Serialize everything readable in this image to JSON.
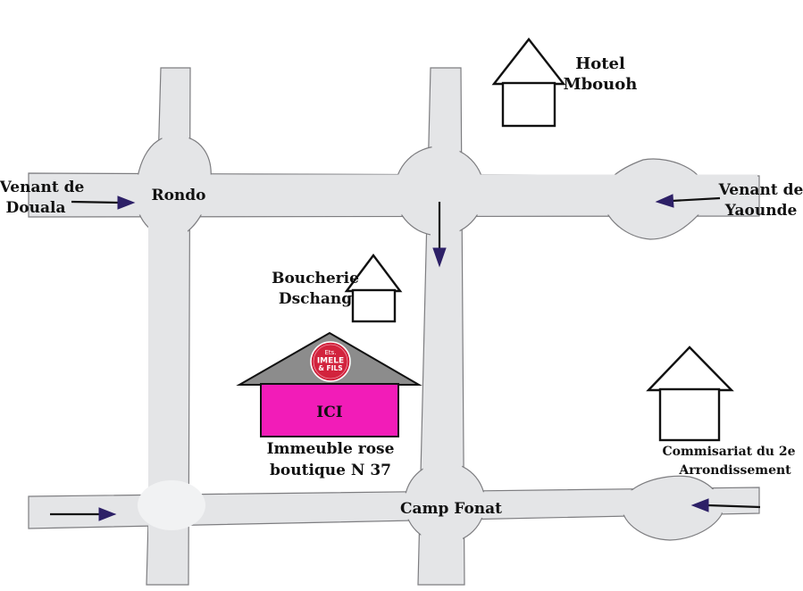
{
  "places": {
    "hotel": [
      "Hotel",
      "Mbouoh"
    ],
    "from_douala": [
      "Venant de",
      "Douala"
    ],
    "rondo": "Rondo",
    "from_yaounde": [
      "Venant de",
      "Yaounde"
    ],
    "boucherie": [
      "Boucherie",
      "Dschang"
    ],
    "shop_caption": [
      "Immeuble rose",
      "boutique N 37"
    ],
    "ici": "ICI",
    "camp_fonat": "Camp Fonat",
    "commissariat": [
      "Commisariat du  2e",
      "Arrondissement"
    ]
  },
  "logo": {
    "lines": [
      "Ets.",
      "IMELE",
      "& FILS"
    ]
  },
  "colors": {
    "road": "#e4e5e7",
    "road_edge": "#7d7d80",
    "shop_wall": "#f21cb8",
    "shop_roof": "#8c8c8c",
    "logo_bg": "#d2233d",
    "arrow_head": "#2d2067"
  }
}
